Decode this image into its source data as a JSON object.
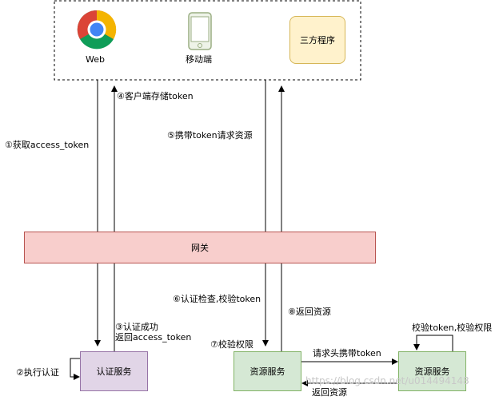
{
  "clients": {
    "web_label": "Web",
    "mobile_label": "移动端",
    "third_party_label": "三方程序"
  },
  "gateway": {
    "label": "网关"
  },
  "auth_service": {
    "label": "认证服务"
  },
  "resource_service_a": {
    "label": "资源服务"
  },
  "resource_service_b": {
    "label": "资源服务"
  },
  "steps": {
    "s1": "①获取access_token",
    "s2": "②执行认证",
    "s3_line1": "③认证成功",
    "s3_line2": "返回access_token",
    "s4": "④客户端存储token",
    "s5": "⑤携带token请求资源",
    "s6": "⑥认证检查,校验token",
    "s7": "⑦校验权限",
    "s8": "⑧返回资源",
    "request_header": "请求头携带token",
    "return_resource": "返回资源",
    "validate_b": "校验token,校验权限"
  },
  "watermark": "https://blog.csdn.net/u014494148",
  "colors": {
    "gateway_fill": "#f8cecc",
    "gateway_stroke": "#b85450",
    "auth_fill": "#e1d5e7",
    "auth_stroke": "#9673a6",
    "resource_fill": "#d5e8d4",
    "resource_stroke": "#82b366",
    "third_party_fill": "#fff2cc",
    "third_party_stroke": "#d6b656"
  }
}
